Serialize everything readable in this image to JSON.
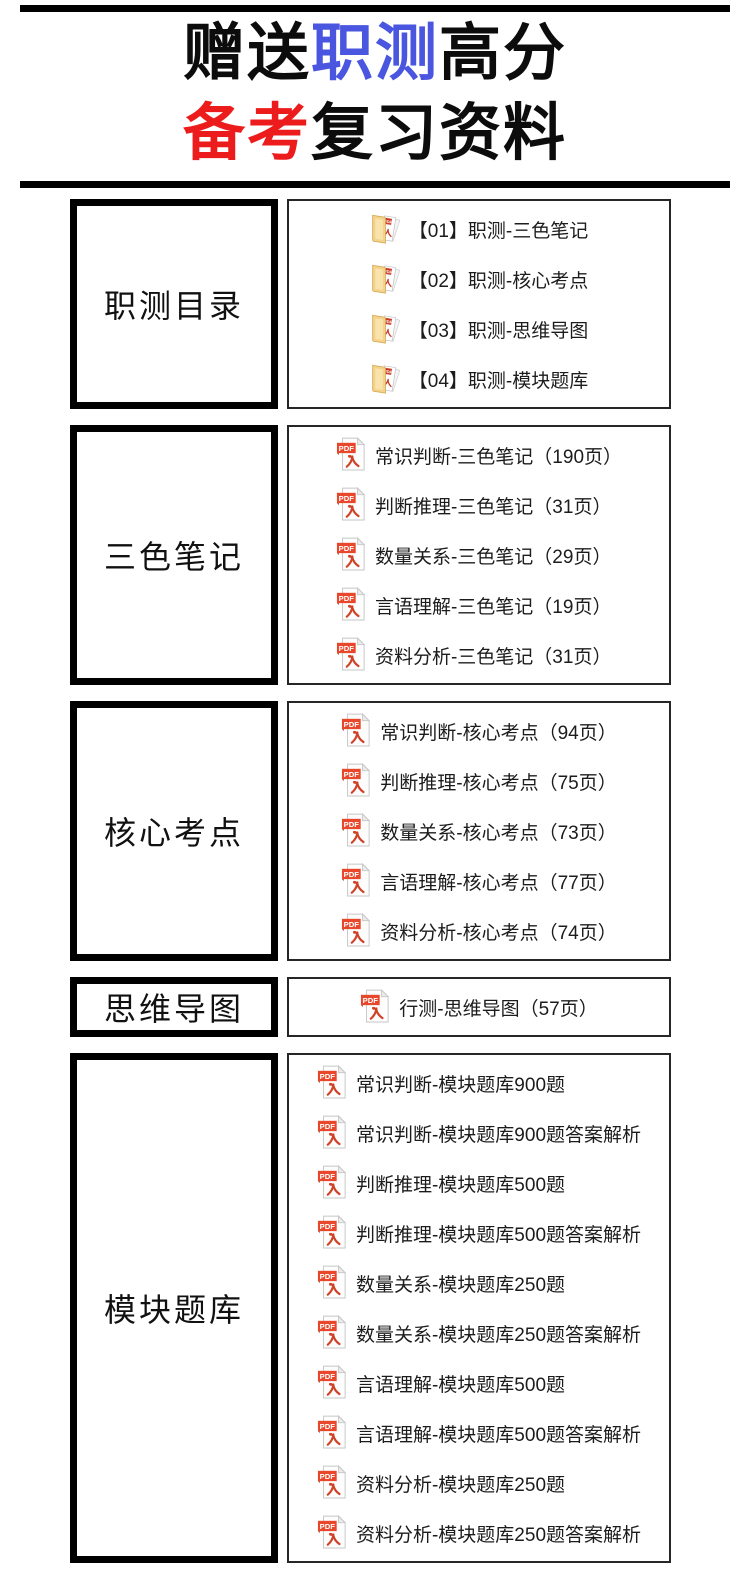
{
  "title": {
    "line1": [
      {
        "text": "赠送",
        "color": "#0c0c0c"
      },
      {
        "text": "职测",
        "color": "#4a55e0"
      },
      {
        "text": "高分",
        "color": "#0c0c0c"
      }
    ],
    "line2": [
      {
        "text": "备考",
        "color": "#ec1c1c"
      },
      {
        "text": "复习资料",
        "color": "#0c0c0c"
      }
    ]
  },
  "colors": {
    "accent_blue": "#4a55e0",
    "accent_red": "#ec1c1c",
    "pdf_banner_red": "#e8472c",
    "pdf_mark_red": "#cf4226",
    "folder_tan": "#f4d289"
  },
  "sections": [
    {
      "label": "职测目录",
      "item_icon": "pdf-folder-icon",
      "items": [
        "【01】职测-三色笔记",
        "【02】职测-核心考点",
        "【03】职测-思维导图",
        "【04】职测-模块题库"
      ]
    },
    {
      "label": "三色笔记",
      "item_icon": "pdf-file-icon",
      "items": [
        "常识判断-三色笔记（190页）",
        "判断推理-三色笔记（31页）",
        "数量关系-三色笔记（29页）",
        "言语理解-三色笔记（19页）",
        "资料分析-三色笔记（31页）"
      ]
    },
    {
      "label": "核心考点",
      "item_icon": "pdf-file-icon",
      "items": [
        "常识判断-核心考点（94页）",
        "判断推理-核心考点（75页）",
        "数量关系-核心考点（73页）",
        "言语理解-核心考点（77页）",
        "资料分析-核心考点（74页）"
      ]
    },
    {
      "label": "思维导图",
      "item_icon": "pdf-file-icon",
      "items": [
        "行测-思维导图（57页）"
      ]
    },
    {
      "label": "模块题库",
      "item_icon": "pdf-file-icon",
      "items": [
        "常识判断-模块题库900题",
        "常识判断-模块题库900题答案解析",
        "判断推理-模块题库500题",
        "判断推理-模块题库500题答案解析",
        "数量关系-模块题库250题",
        "数量关系-模块题库250题答案解析",
        "言语理解-模块题库500题",
        "言语理解-模块题库500题答案解析",
        "资料分析-模块题库250题",
        "资料分析-模块题库250题答案解析"
      ]
    }
  ]
}
